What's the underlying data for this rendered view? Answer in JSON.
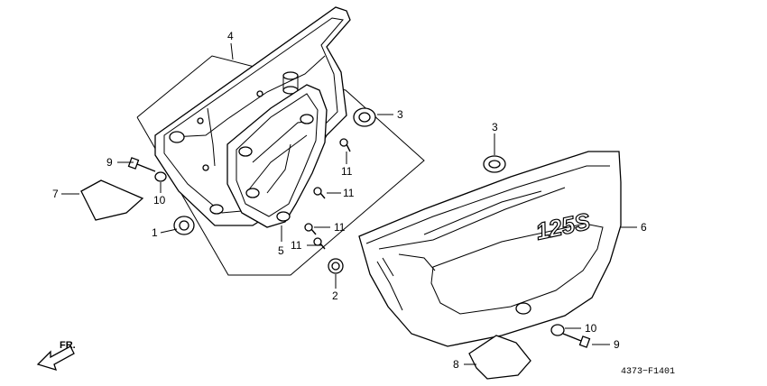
{
  "diagram": {
    "drawing_code": "4373−F1401",
    "direction_label": "FR.",
    "callouts": [
      {
        "id": "c4a",
        "number": "4"
      },
      {
        "id": "c3a",
        "number": "3"
      },
      {
        "id": "c3b",
        "number": "3"
      },
      {
        "id": "c9a",
        "number": "9"
      },
      {
        "id": "c10a",
        "number": "10"
      },
      {
        "id": "c7",
        "number": "7"
      },
      {
        "id": "c1",
        "number": "1"
      },
      {
        "id": "c11a",
        "number": "11"
      },
      {
        "id": "c11b",
        "number": "11"
      },
      {
        "id": "c11c",
        "number": "11"
      },
      {
        "id": "c11d",
        "number": "11"
      },
      {
        "id": "c5",
        "number": "5"
      },
      {
        "id": "c2",
        "number": "2"
      },
      {
        "id": "c6",
        "number": "6"
      },
      {
        "id": "c10b",
        "number": "10"
      },
      {
        "id": "c9b",
        "number": "9"
      },
      {
        "id": "c8",
        "number": "8"
      }
    ],
    "cover_emblem_text": "125S"
  }
}
